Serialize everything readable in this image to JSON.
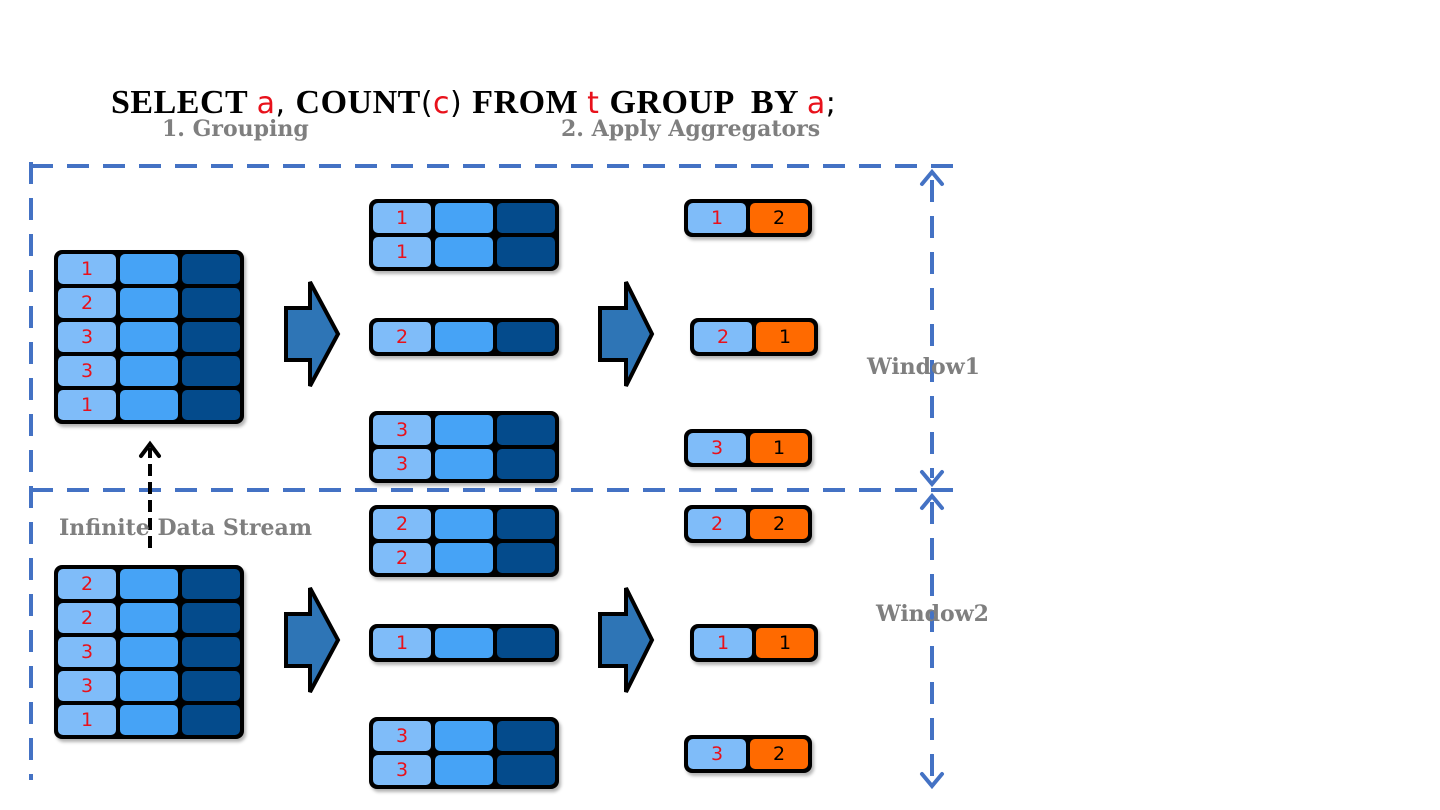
{
  "query": {
    "tokens": [
      {
        "text": "SELECT ",
        "kind": "kw"
      },
      {
        "text": "a",
        "kind": "id"
      },
      {
        "text": ", ",
        "kind": "p"
      },
      {
        "text": "COUNT",
        "kind": "kw"
      },
      {
        "text": "(",
        "kind": "p"
      },
      {
        "text": "c",
        "kind": "id"
      },
      {
        "text": ") ",
        "kind": "p"
      },
      {
        "text": "FROM ",
        "kind": "kw"
      },
      {
        "text": "t ",
        "kind": "id"
      },
      {
        "text": "GROUP  BY ",
        "kind": "kw"
      },
      {
        "text": "a",
        "kind": "id"
      },
      {
        "text": ";",
        "kind": "p"
      }
    ]
  },
  "steps": {
    "grouping": "1. Grouping",
    "aggregate": "2. Apply Aggregators"
  },
  "labels": {
    "stream": "Infinite Data Stream",
    "window1": "Window1",
    "window2": "Window2"
  },
  "colors": {
    "key_cell": "#7fbcf9",
    "mid_cell": "#46a3f6",
    "dark_cell": "#044b8c",
    "count_cell": "#ff6a00",
    "key_text": "#e8111b",
    "window_border": "#4472c4",
    "arrow_fill": "#2e75b6"
  },
  "windows": [
    {
      "name": "Window1",
      "input_keys": [
        "1",
        "2",
        "3",
        "3",
        "1"
      ],
      "groups": [
        {
          "keys": [
            "1",
            "1"
          ]
        },
        {
          "keys": [
            "2"
          ]
        },
        {
          "keys": [
            "3",
            "3"
          ]
        }
      ],
      "results": [
        {
          "key": "1",
          "count": "2"
        },
        {
          "key": "2",
          "count": "1"
        },
        {
          "key": "3",
          "count": "1"
        }
      ]
    },
    {
      "name": "Window2",
      "input_keys": [
        "2",
        "2",
        "3",
        "3",
        "1"
      ],
      "groups": [
        {
          "keys": [
            "2",
            "2"
          ]
        },
        {
          "keys": [
            "1"
          ]
        },
        {
          "keys": [
            "3",
            "3"
          ]
        }
      ],
      "results": [
        {
          "key": "2",
          "count": "2"
        },
        {
          "key": "1",
          "count": "1"
        },
        {
          "key": "3",
          "count": "2"
        }
      ]
    }
  ]
}
